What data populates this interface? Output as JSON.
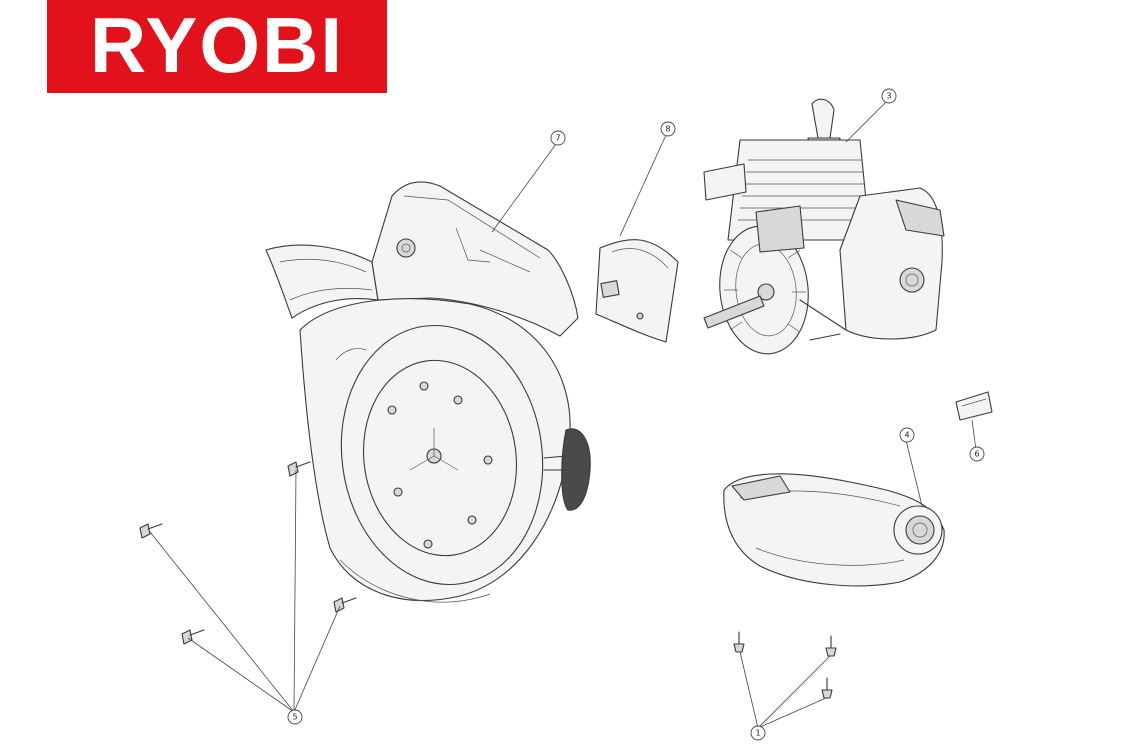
{
  "brand": {
    "name": "RYOBI",
    "color": "#e1121b"
  },
  "callouts": [
    {
      "id": "part-7",
      "label": "7"
    },
    {
      "id": "part-8",
      "label": "8"
    },
    {
      "id": "part-3",
      "label": "3"
    },
    {
      "id": "part-6",
      "label": "6"
    },
    {
      "id": "part-4",
      "label": "4"
    },
    {
      "id": "part-5",
      "label": "5"
    },
    {
      "id": "part-1",
      "label": "1"
    }
  ]
}
